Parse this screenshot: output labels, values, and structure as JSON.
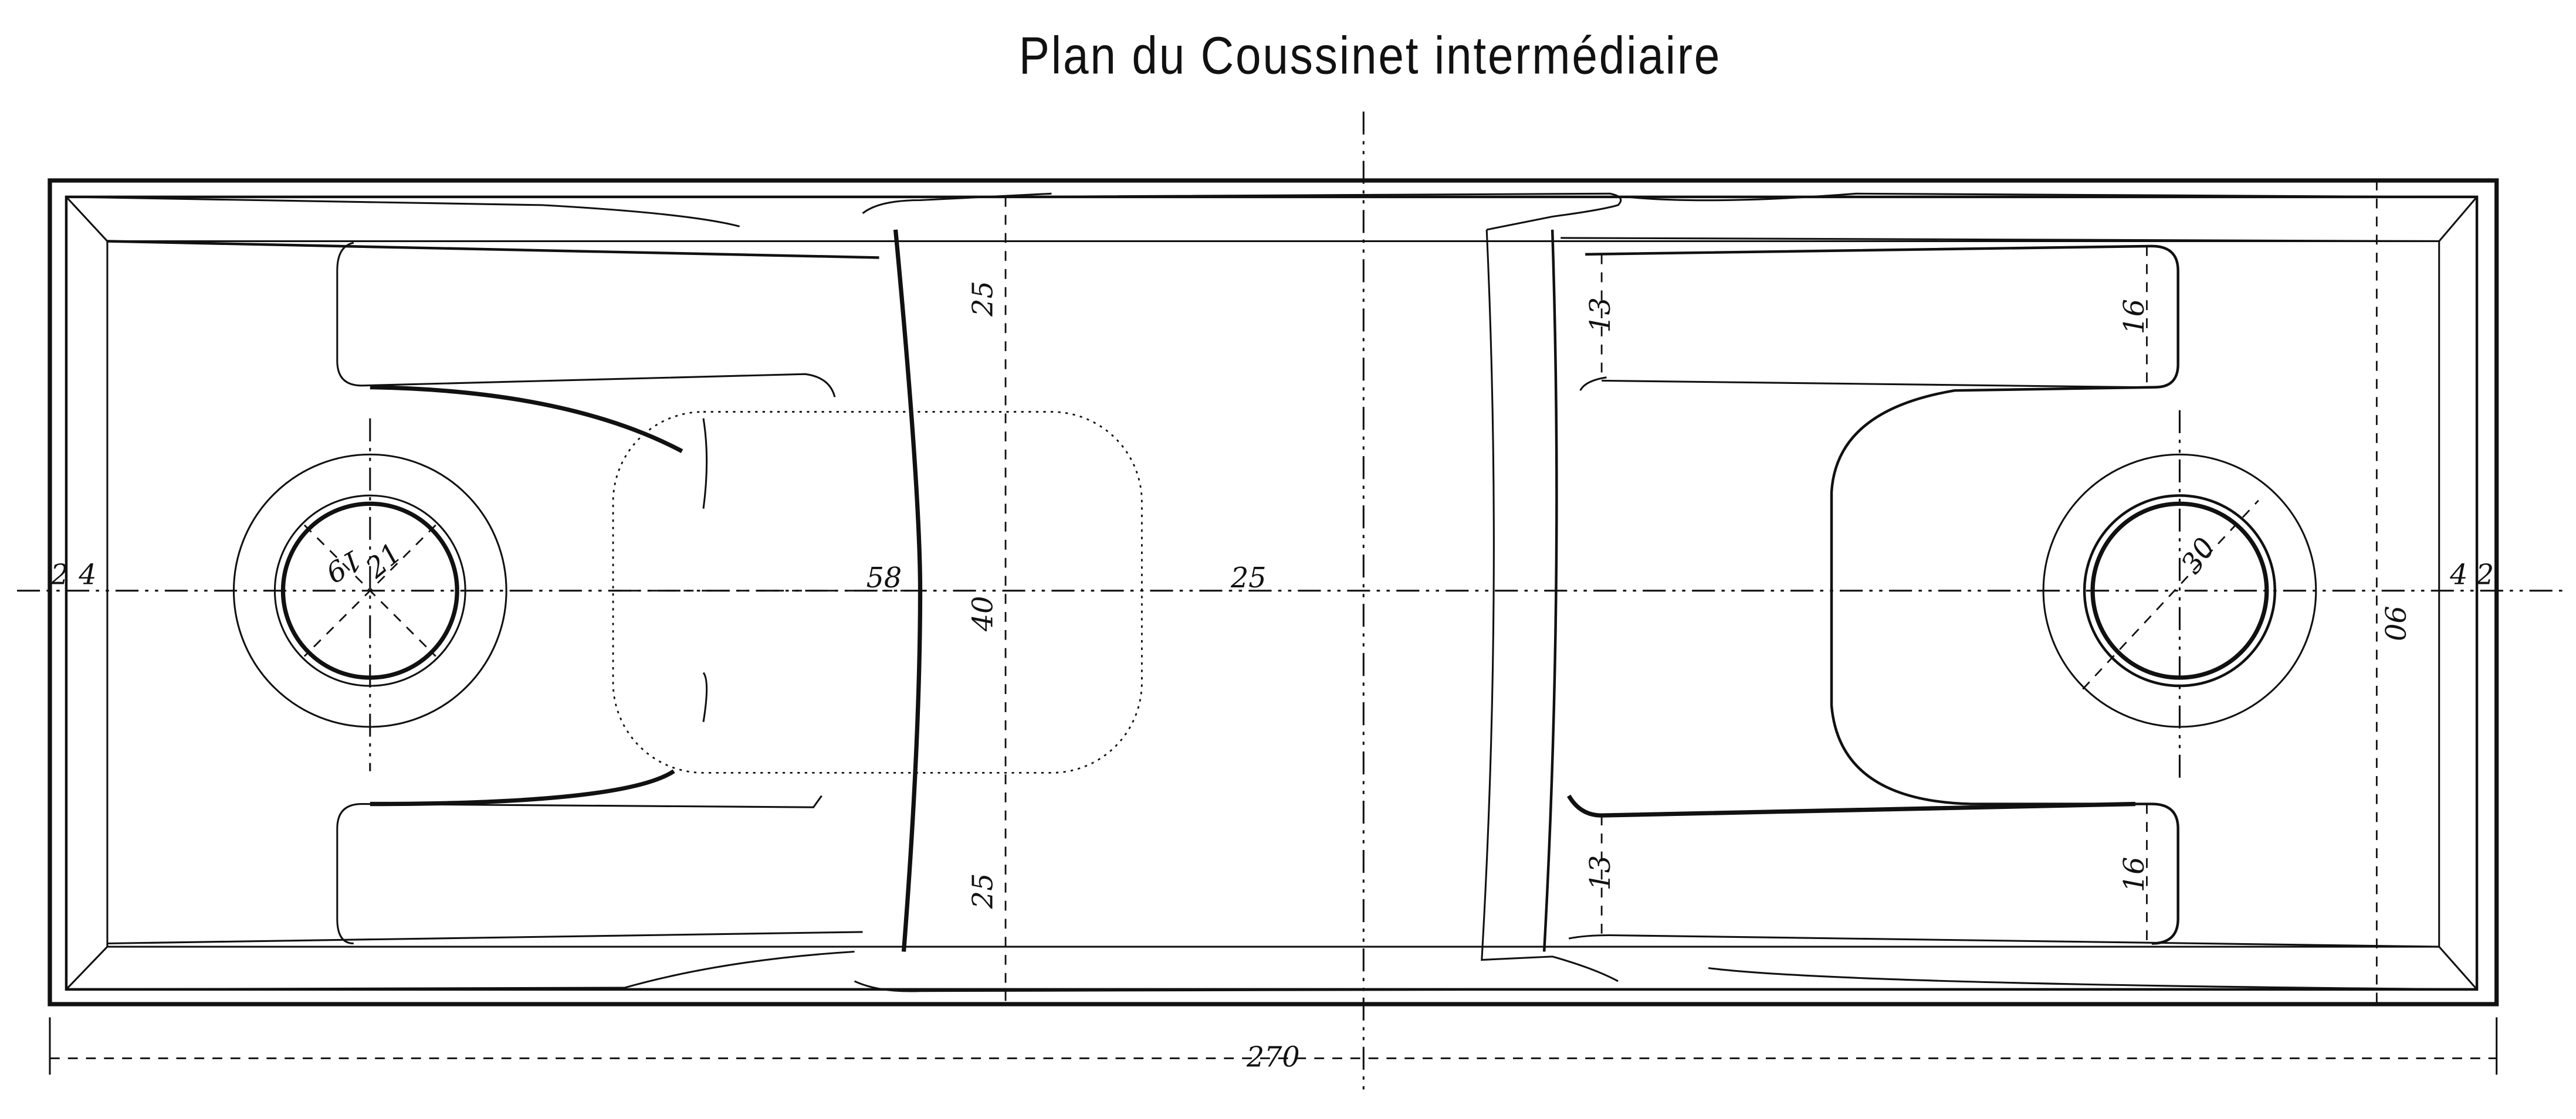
{
  "title": "Plan du Coussinet intermédiaire",
  "dimensions": {
    "overall_length": "270",
    "overall_width": "90",
    "left_border_outer": "2",
    "left_border_inner": "4",
    "right_border_inner": "4",
    "right_border_outer": "2",
    "left_hole_diameter_a": "19",
    "left_hole_diameter_b": "21",
    "right_hole_diameter": "30",
    "jaw_top": "25",
    "jaw_middle": "40",
    "jaw_bottom": "25",
    "left_to_center": "58",
    "center_offset": "25",
    "right_slot_top": "13",
    "right_slot_bottom": "13",
    "right_pad_top": "16",
    "right_pad_bottom": "16"
  }
}
